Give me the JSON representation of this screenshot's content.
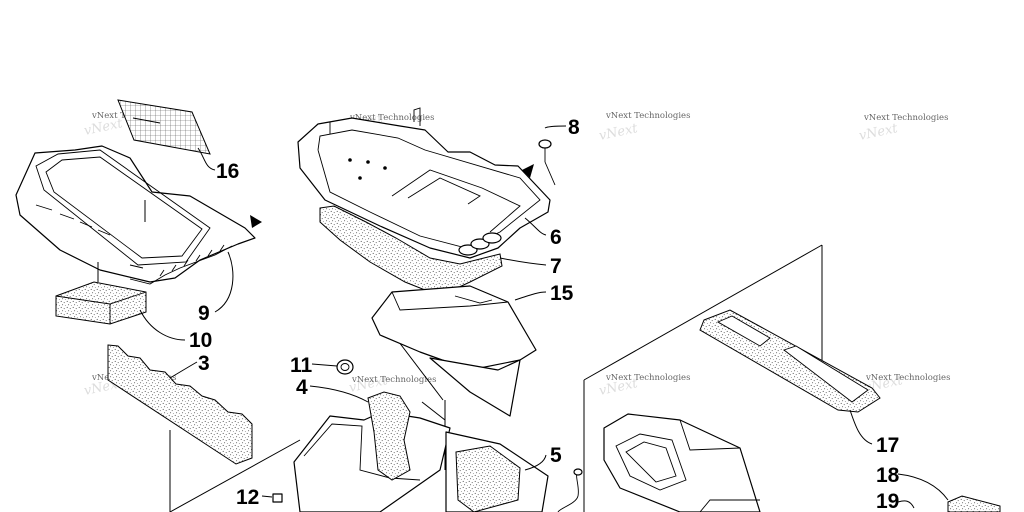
{
  "diagram": {
    "watermark": "vNext Technologies",
    "callouts": {
      "c3": "3",
      "c4": "4",
      "c5": "5",
      "c6": "6",
      "c7": "7",
      "c8": "8",
      "c9": "9",
      "c10": "10",
      "c11": "11",
      "c12": "12",
      "c15": "15",
      "c16": "16",
      "c17": "17",
      "c18": "18",
      "c19": "19"
    }
  }
}
